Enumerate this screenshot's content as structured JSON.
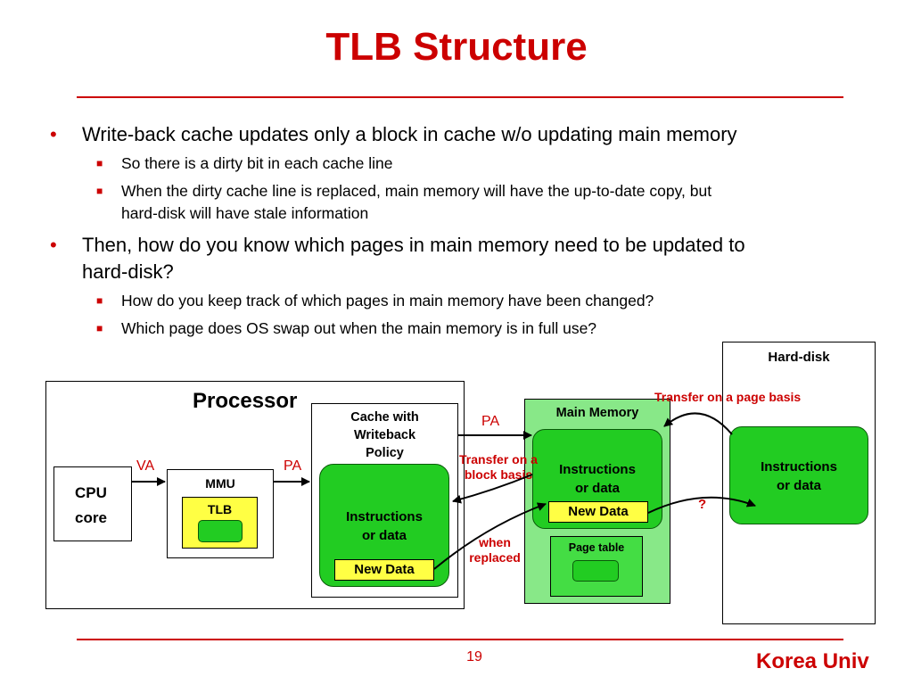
{
  "slide": {
    "title": "TLB Structure",
    "page_number": "19",
    "footer": "Korea Univ"
  },
  "bullets": [
    {
      "text": "Write-back cache updates only a block in cache w/o updating main memory",
      "sub": [
        "So there is a dirty bit in each cache line",
        "When the dirty cache line is replaced, main memory will have the up-to-date copy, but",
        "hard-disk will have stale information"
      ]
    },
    {
      "text": "Then, how do you know which pages in main memory need to be updated to",
      "text2": "hard-disk?",
      "sub": [
        "How do you keep track of which pages in main memory have been changed?",
        "Which page does OS swap out when the main memory is in full use?"
      ]
    }
  ],
  "diagram": {
    "processor_label": "Processor",
    "cpu_label_1": "CPU",
    "cpu_label_2": "core",
    "va_label": "VA",
    "pa_label_1": "PA",
    "pa_label_2": "PA",
    "mmu_label": "MMU",
    "tlb_label": "TLB",
    "cache_label_1": "Cache with",
    "cache_label_2": "Writeback",
    "cache_label_3": "Policy",
    "cache_data_1": "Instructions",
    "cache_data_2": "or data",
    "cache_new_data": "New Data",
    "main_memory_label": "Main Memory",
    "mm_data_1": "Instructions",
    "mm_data_2": "or data",
    "mm_new_data": "New Data",
    "page_table_label": "Page table",
    "hard_disk_label": "Hard-disk",
    "hd_data_1": "Instructions",
    "hd_data_2": "or data",
    "transfer_block_1": "Transfer on a",
    "transfer_block_2": "block basis",
    "transfer_page": "Transfer on a page basis",
    "when_replaced_1": "when",
    "when_replaced_2": "replaced",
    "question": "?"
  },
  "colors": {
    "accent_red": "#cc0000",
    "green": "#22cc22",
    "light_green": "#88e888",
    "yellow": "#ffff44"
  }
}
